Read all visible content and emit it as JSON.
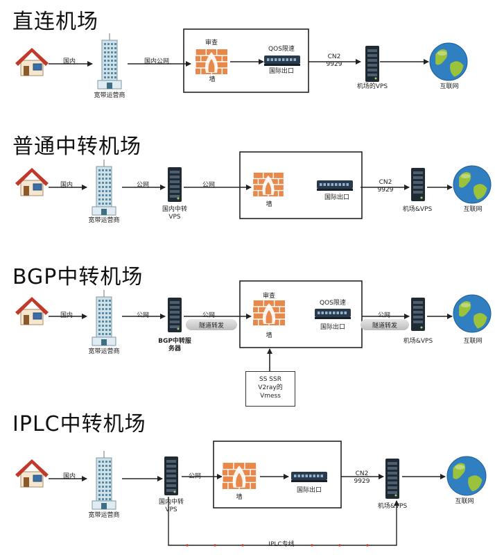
{
  "sections": [
    {
      "title": "直连机场",
      "nodes": {
        "isp": "宽带运营商",
        "wall_top": "审查",
        "wall": "墙",
        "qos": "QOS限速",
        "exit": "国际出口",
        "vps": "机场的VPS",
        "internet": "互联网"
      },
      "edges": {
        "e1": "国内",
        "e2": "国内公网",
        "e3a": "CN2",
        "e3b": "9929"
      }
    },
    {
      "title": "普通中转机场",
      "nodes": {
        "isp": "宽带运营商",
        "relay_a": "国内中转",
        "relay_b": "VPS",
        "wall": "墙",
        "exit": "国际出口",
        "vps": "机场&VPS",
        "internet": "互联网"
      },
      "edges": {
        "e1": "国内",
        "e2": "公网",
        "e3": "公网",
        "e4a": "CN2",
        "e4b": "9929"
      }
    },
    {
      "title": "BGP中转机场",
      "nodes": {
        "isp": "宽带运营商",
        "relay_a": "BGP中转服",
        "relay_b": "务器",
        "wall_top": "审查",
        "wall": "墙",
        "qos": "QOS限速",
        "exit": "国际出口",
        "vps": "机场&VPS",
        "internet": "互联网",
        "proto_1": "SS SSR",
        "proto_2": "V2ray的",
        "proto_3": "Vmess"
      },
      "edges": {
        "e1": "国内",
        "e2": "公网",
        "e3": "公网",
        "e4": "公网",
        "tunnel_1": "隧道转发",
        "tunnel_2": "隧道转发"
      }
    },
    {
      "title": "IPLC中转机场",
      "nodes": {
        "isp": "宽带运营商",
        "relay_a": "国内中转",
        "relay_b": "VPS",
        "wall": "墙",
        "exit": "国际出口",
        "vps": "机场&VPS",
        "internet": "互联网"
      },
      "edges": {
        "e1": "国内",
        "e2": "公网",
        "e3a": "CN2",
        "e3b": "9929",
        "iplc": "IPLC专线"
      }
    }
  ],
  "colors": {
    "wall": "#e8884a",
    "roof": "#c0392b",
    "building": "#cfe2ea",
    "server": "#1f2a33",
    "globe_sea": "#2f7fc1",
    "globe_land": "#9ac23a",
    "iplc_line": "#c0392b"
  },
  "icons": {
    "home": "house-icon",
    "isp": "office-building-icon",
    "firewall": "firewall-icon",
    "router": "router-icon",
    "server": "server-icon",
    "internet": "globe-icon"
  }
}
